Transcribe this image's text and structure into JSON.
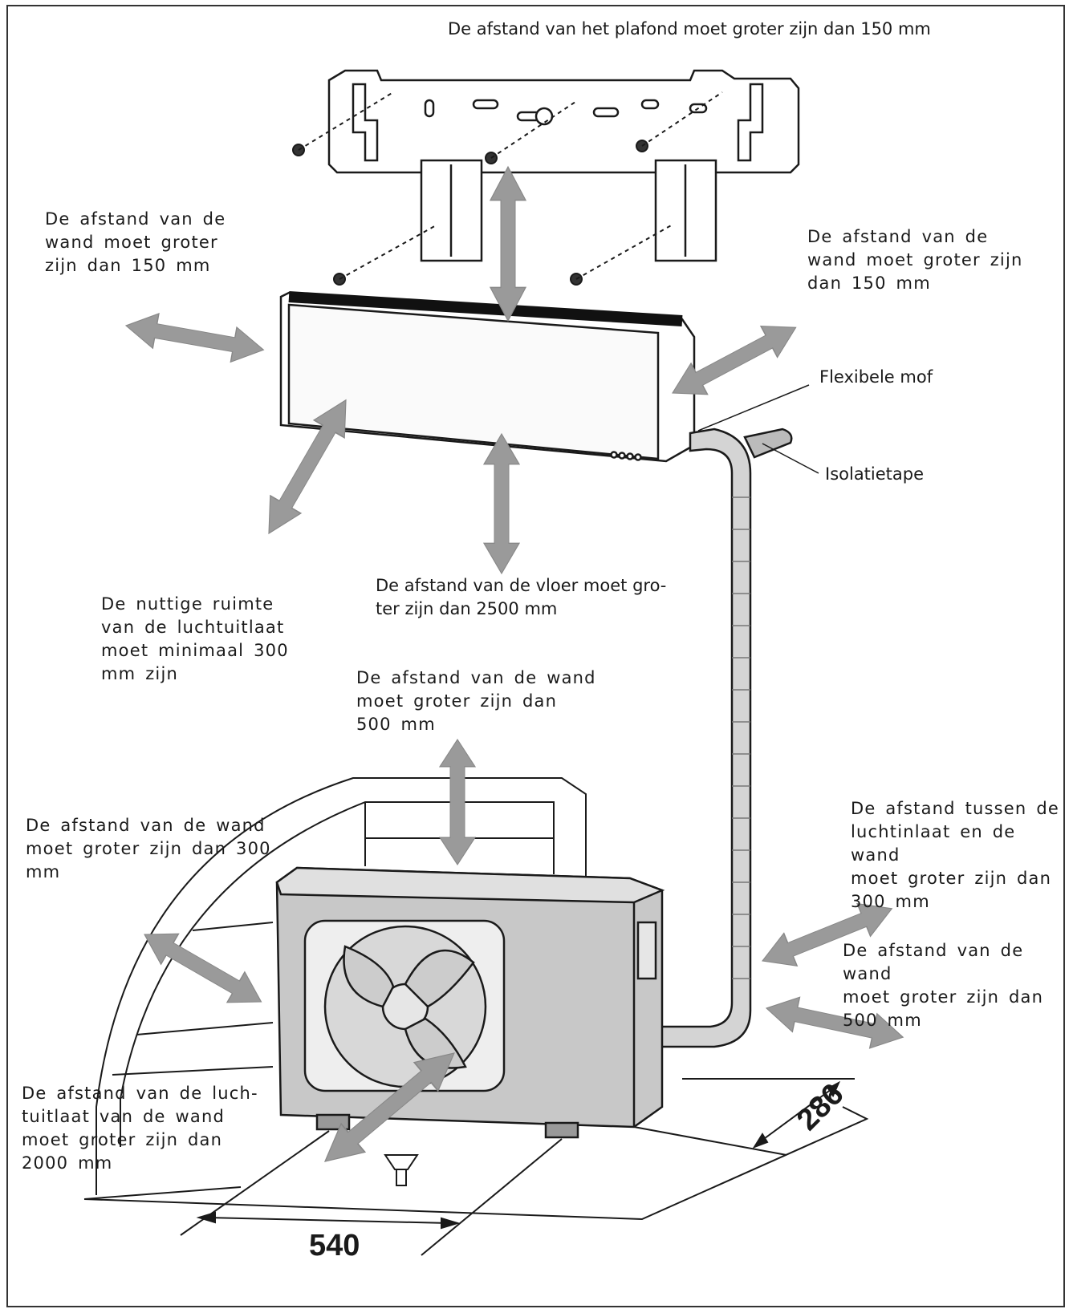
{
  "labels": {
    "ceiling": "De afstand van het plafond moet groter zijn dan 150 mm",
    "wall_left_indoor": "De afstand van de\nwand moet groter\nzijn dan 150 mm",
    "wall_right_indoor": "De afstand van de\nwand moet groter zijn\ndan 150 mm",
    "flexible_sleeve": "Flexibele mof",
    "insulation_tape": "Isolatietape",
    "floor": "De afstand van de vloer moet gro-\nter zijn dan 2500 mm",
    "air_outlet_space": "De nuttige ruimte\nvan de luchtuitlaat\nmoet minimaal 300\nmm zijn",
    "wall_above_outdoor": "De afstand van de wand\nmoet groter zijn dan\n500 mm",
    "wall_left_outdoor": "De afstand van de wand\nmoet groter zijn dan 300\nmm",
    "air_inlet_wall": "De afstand tussen de\nluchtinlaat en de wand\nmoet groter zijn dan\n300 mm",
    "wall_right_outdoor": "De afstand van de wand\nmoet groter zijn dan\n500 mm",
    "outlet_front_wall": "De afstand van de luch-\ntuitlaat van de wand\nmoet groter zijn dan\n2000 mm"
  },
  "dimensions": {
    "width": "540",
    "depth": "286"
  },
  "colors": {
    "arrow": "#9a9a9a",
    "unit_body": "#c8c8c8",
    "line": "#1a1a1a"
  }
}
